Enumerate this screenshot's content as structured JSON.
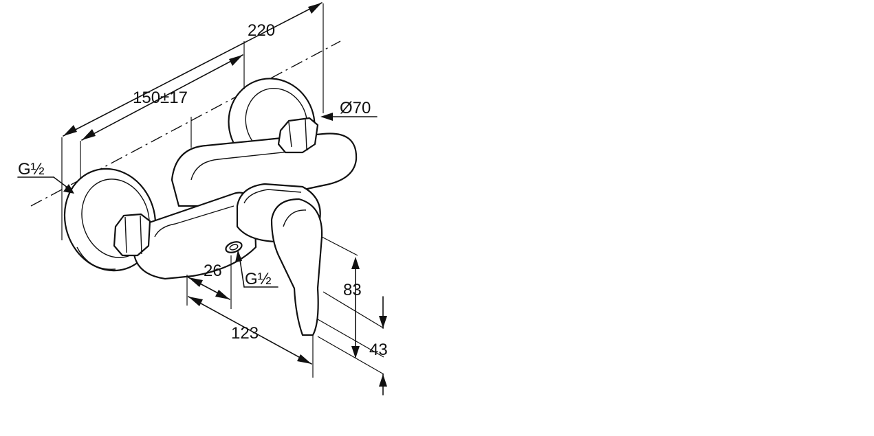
{
  "drawing": {
    "labels": {
      "total_width": "220",
      "center_distance": "150±17",
      "rosette_diameter": "Ø70",
      "inlet_thread": "G½",
      "outlet_thread": "G½",
      "outlet_offset": "26",
      "projection": "123",
      "lever_height": "83",
      "outlet_height": "43"
    }
  }
}
